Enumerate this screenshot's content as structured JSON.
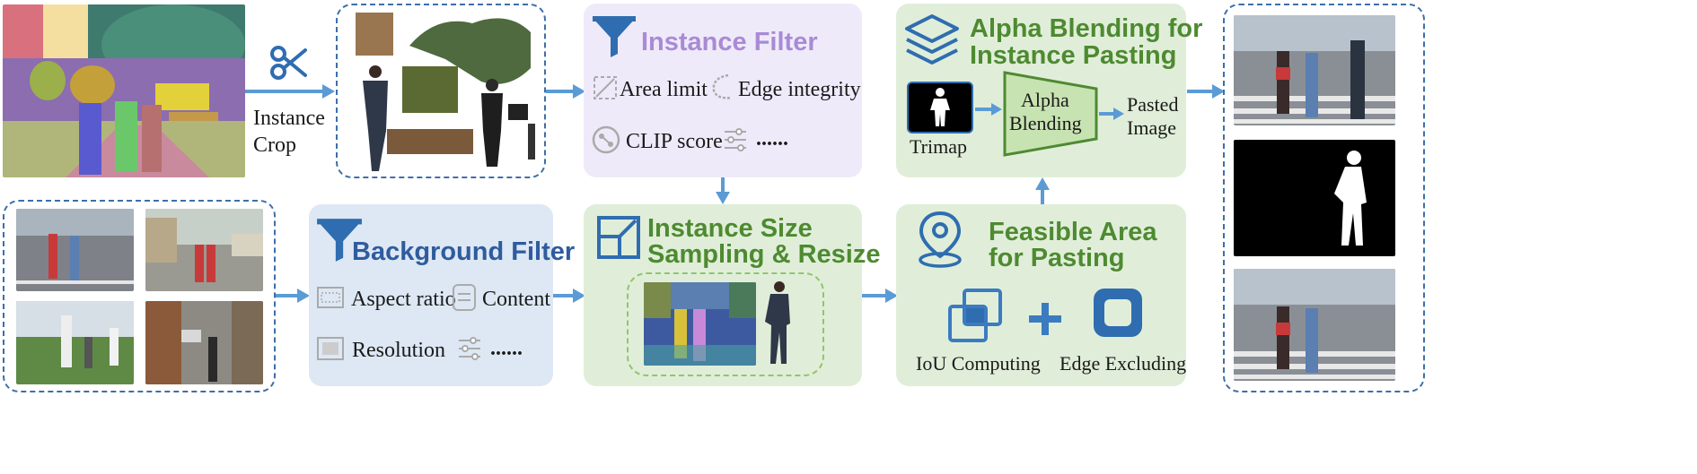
{
  "crop": {
    "label_line1": "Instance",
    "label_line2": "Crop"
  },
  "instance_filter": {
    "title": "Instance Filter",
    "items": [
      "Area limit",
      "Edge integrity",
      "CLIP score",
      "......"
    ]
  },
  "background_filter": {
    "title": "Background Filter",
    "items": [
      "Aspect ratio",
      "Content",
      "Resolution",
      "......"
    ]
  },
  "size_sampling": {
    "title_line1": "Instance Size",
    "title_line2": "Sampling & Resize"
  },
  "feasible_area": {
    "title_line1": "Feasible Area",
    "title_line2": "for Pasting",
    "iou_label": "IoU Computing",
    "edge_label": "Edge Excluding"
  },
  "alpha_blending": {
    "title_line1": "Alpha Blending for",
    "title_line2": "Instance Pasting",
    "trimap_label": "Trimap",
    "block_line1": "Alpha",
    "block_line2": "Blending",
    "output_line1": "Pasted",
    "output_line2": "Image"
  },
  "colors": {
    "arrow": "#5b9bd5",
    "dash_border": "#3d6fa8",
    "purple_panel": "#efeaf9",
    "blue_panel": "#dde8f4",
    "green_panel": "#e0eed9",
    "purple_title": "#a98ad6",
    "blue_title": "#2f5c9e",
    "green_title": "#4e8a31"
  }
}
